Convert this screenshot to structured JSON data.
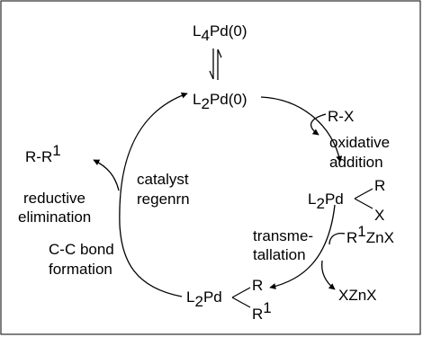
{
  "colors": {
    "ink": "#000000",
    "background": "#ffffff"
  },
  "species": {
    "l4pd0": {
      "l": "L",
      "l_sub": "4",
      "rest": "Pd(0)"
    },
    "l2pd0": {
      "l": "L",
      "l_sub": "2",
      "rest": "Pd(0)"
    },
    "oxidative_complex": {
      "l": "L",
      "l_sub": "2",
      "rest": "Pd",
      "upper": "R",
      "lower": "X"
    },
    "trans_complex": {
      "l": "L",
      "l_sub": "2",
      "rest": "Pd",
      "upper": "R",
      "lower": "R",
      "lower_sup": "1"
    }
  },
  "reagents": {
    "rx": "R-X",
    "r1znx": {
      "r": "R",
      "sup": "1",
      "rest": "ZnX"
    },
    "xznx": "XZnX",
    "product": {
      "r": "R-R",
      "sup": "1"
    }
  },
  "steps": {
    "oxidative_addition": [
      "oxidative",
      "addition"
    ],
    "transmetallation": [
      "transme-",
      "tallation"
    ],
    "reductive_elimination": [
      "reductive",
      "elimination"
    ],
    "cc_bond": [
      "C-C bond",
      "formation"
    ],
    "catalyst_regen": [
      "catalyst",
      "regenrn"
    ]
  }
}
